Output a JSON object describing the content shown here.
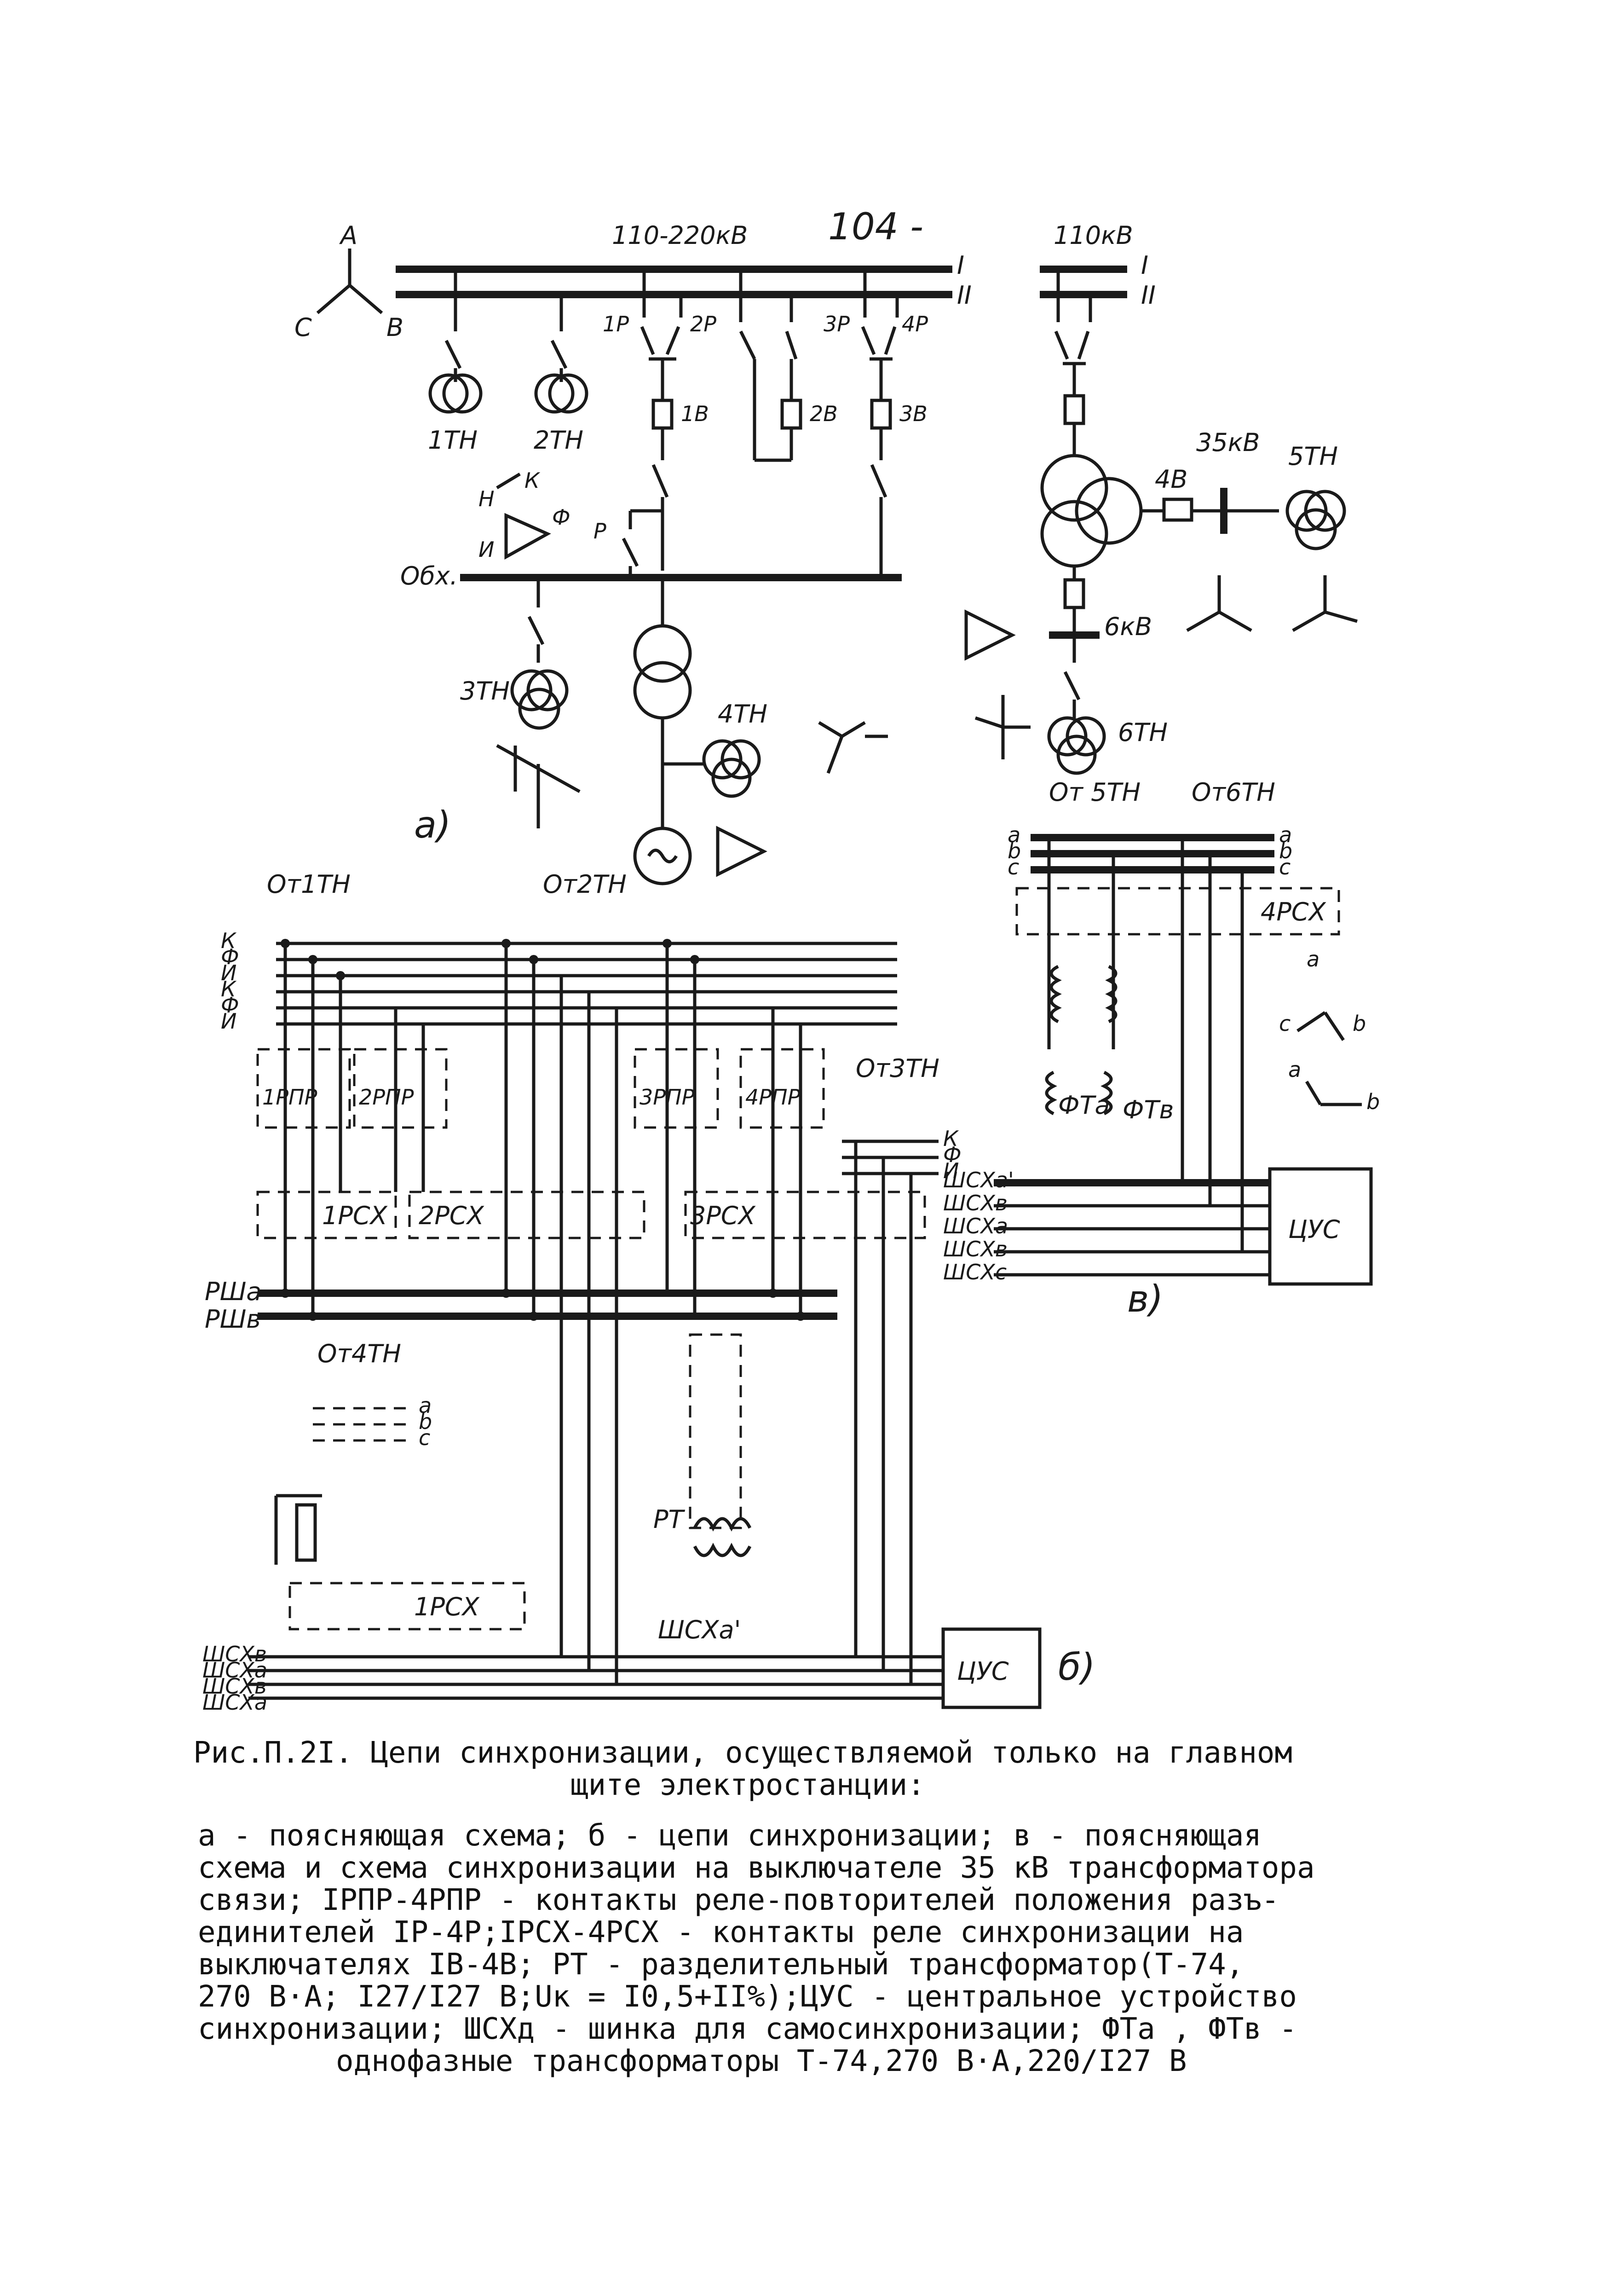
{
  "page_number": "104 -",
  "diagram_a": {
    "bus_label": "110-220кВ",
    "bus_label_right": "110кВ",
    "bus_roman": [
      "I",
      "II"
    ],
    "phase_star": [
      "A",
      "B",
      "C"
    ],
    "disconnectors": [
      "1Р",
      "2Р",
      "3Р",
      "4Р"
    ],
    "breakers": [
      "1В",
      "2В",
      "3В",
      "4В"
    ],
    "vts": [
      "1ТН",
      "2ТН",
      "3ТН",
      "4ТН",
      "5ТН",
      "6ТН"
    ],
    "bypass_bus": "Обх.",
    "bypass_disconnector": "Р",
    "voltage_35": "35кВ",
    "voltage_6": "6кВ",
    "vt_terminals": [
      "Н",
      "К",
      "Ф",
      "И"
    ],
    "small_phases": [
      "a",
      "b",
      "c"
    ],
    "sublabel": "а)"
  },
  "diagram_b": {
    "from_labels": [
      "От1ТН",
      "От2ТН",
      "От3ТН",
      "От4ТН"
    ],
    "bus_letters_left": [
      "К",
      "Ф",
      "И",
      "К",
      "Ф",
      "И"
    ],
    "rpp_contacts": [
      "1РПР",
      "2РПР",
      "3РПР",
      "4РПР"
    ],
    "rsx_contacts": [
      "1РСХ",
      "2РСХ",
      "3РСХ",
      "1РСХ"
    ],
    "rsh_buses": [
      "РШа",
      "РШв"
    ],
    "from3_letters": [
      "К",
      "Ф",
      "И"
    ],
    "from4_letters": [
      "a",
      "b",
      "c"
    ],
    "rt_label": "РТ",
    "shsxa_prime": "ШСХа'",
    "bottom_buses": [
      "ШСХв",
      "ШСХа",
      "ШСХв",
      "ШСХа"
    ],
    "cus": "ЦУС",
    "sublabel": "б)"
  },
  "diagram_v": {
    "from_labels": [
      "От 5ТН",
      "От6ТН"
    ],
    "phases": [
      "a",
      "b",
      "c"
    ],
    "rsx_contact": "4РСХ",
    "ft_labels": [
      "ФТа",
      "ФТв"
    ],
    "buses": [
      "ШСХа'",
      "ШСХв",
      "ШСХа",
      "ШСХв",
      "ШСХс"
    ],
    "cus": "ЦУС",
    "sublabel": "в)",
    "vector_labels": [
      "a",
      "c",
      "b",
      "a",
      "b"
    ]
  },
  "caption": {
    "title_line1": "Рис.П.2I. Цепи синхронизации, осуществляемой только на главном",
    "title_line2": "щите электростанции:",
    "body": [
      "а - поясняющая схема; б - цепи синхронизации; в - поясняющая",
      "схема и схема синхронизации на выключателе 35 кВ трансформатора",
      "связи; IРПР-4РПР - контакты реле-повторителей положения разъ-",
      "единителей IР-4Р;IРСХ-4РСХ - контакты реле синхронизации на",
      "выключателях IВ-4В; РТ - разделительный трансформатор(Т-74,",
      "270 В·А; I27/I27 В;Uк = I0,5+II%);ЦУС - центральное устройство",
      "синхронизации; ШСХд - шинка для самосинхронизации; ФТа , ФТв -",
      "однофазные трансформаторы Т-74,270 В·А,220/I27 В"
    ]
  }
}
